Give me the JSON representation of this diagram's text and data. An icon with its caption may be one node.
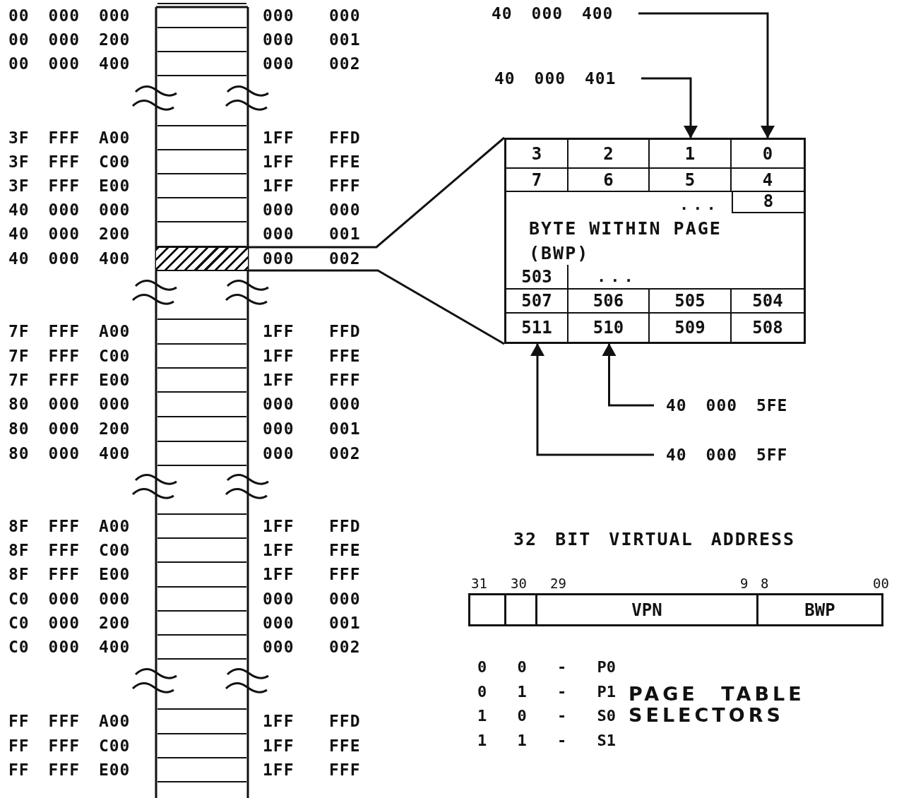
{
  "diagram": {
    "nodes": [
      {
        "text": [
          "BYTE WITHIN PAGE (BWP)"
        ]
      },
      {
        "text": [
          "3"
        ],
        "in": 0
      },
      {
        "text": [
          "2"
        ],
        "in": 0
      },
      {
        "text": [
          "1"
        ],
        "in": 0
      },
      {
        "text": [
          "0"
        ],
        "in": 0
      },
      {
        "text": [
          "7"
        ],
        "in": 0
      },
      {
        "text": [
          "6"
        ],
        "in": 0
      },
      {
        "text": [
          "5"
        ],
        "in": 0
      },
      {
        "text": [
          "4"
        ],
        "in": 0
      },
      {
        "text": [
          "8"
        ],
        "in": 0
      },
      {
        "text": [
          "503"
        ],
        "in": 0
      },
      {
        "text": [
          "507"
        ],
        "in": 0
      },
      {
        "text": [
          "506"
        ],
        "in": 0
      },
      {
        "text": [
          "505"
        ],
        "in": 0
      },
      {
        "text": [
          "504"
        ],
        "in": 0
      },
      {
        "text": [
          "511"
        ],
        "in": 0
      },
      {
        "text": [
          "510"
        ],
        "in": 0
      },
      {
        "text": [
          "509"
        ],
        "in": 0
      },
      {
        "text": [
          "508"
        ],
        "in": 0
      },
      {
        "text": [
          "40 000 400"
        ]
      },
      {
        "text": [
          "40 000 401"
        ]
      },
      {
        "text": [
          "40 000 5FE"
        ]
      },
      {
        "text": [
          "40 000 5FF"
        ]
      },
      {
        "text": [],
        "shape": "box"
      },
      {
        "text": [],
        "shape": "box"
      },
      {
        "text": [],
        "shape": "box"
      },
      {
        "text": [
          "VPN"
        ]
      },
      {
        "text": [
          "BWP"
        ]
      }
    ],
    "edges": [
      {
        "from": 19,
        "to": 4,
        "arrow": "to"
      },
      {
        "from": 20,
        "to": 3,
        "arrow": "to"
      },
      {
        "from": 21,
        "to": 16,
        "arrow": "to"
      },
      {
        "from": 22,
        "to": 15,
        "arrow": "to"
      },
      {
        "from": 23,
        "to": 0,
        "arrow": "none"
      },
      {
        "from": 23,
        "to": 0,
        "arrow": "none"
      }
    ],
    "labels": [
      "00 000 000",
      "000",
      "000",
      "00 000 200",
      "000",
      "001",
      "00 000 400",
      "000",
      "002",
      "3F FFF A00",
      "1FF",
      "FFD",
      "3F FFF C00",
      "1FF",
      "FFE",
      "3F FFF E00",
      "1FF",
      "FFF",
      "40 000 000",
      "000",
      "000",
      "40 000 200",
      "000",
      "001",
      "40 000 400",
      "000",
      "002",
      "7F FFF A00",
      "1FF",
      "FFD",
      "7F FFF C00",
      "1FF",
      "FFE",
      "7F FFF E00",
      "1FF",
      "FFF",
      "80 000 000",
      "000",
      "000",
      "80 000 200",
      "000",
      "001",
      "80 000 400",
      "000",
      "002",
      "8F FFF A00",
      "1FF",
      "FFD",
      "8F FFF C00",
      "1FF",
      "FFE",
      "8F FFF E00",
      "1FF",
      "FFF",
      "C0 000 000",
      "000",
      "000",
      "C0 000 200",
      "000",
      "001",
      "C0 000 400",
      "000",
      "002",
      "FF FFF A00",
      "1FF",
      "FFD",
      "FF FFF C00",
      "1FF",
      "FFE",
      "FF FFF E00",
      "1FF",
      "FFF",
      "...",
      "...",
      "32 BIT VIRTUAL ADDRESS",
      "31",
      "30",
      "29",
      "9",
      "8",
      "00",
      "0 0 - P0",
      "0 1 - P1",
      "1 0 - S0",
      "1 1 - S1",
      "PAGE TABLE SELECTORS"
    ]
  }
}
